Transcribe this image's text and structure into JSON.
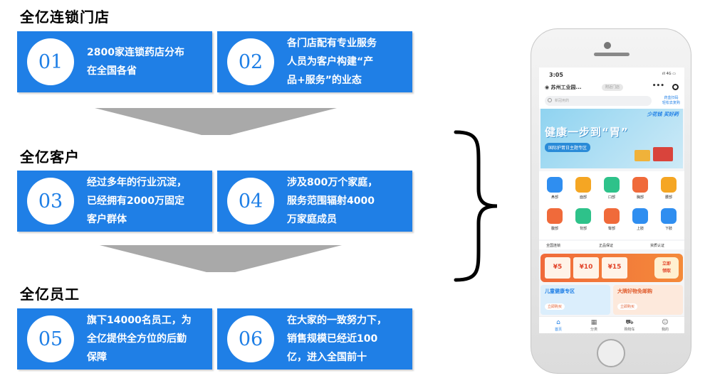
{
  "sections": [
    {
      "title": "全亿连锁门店"
    },
    {
      "title": "全亿客户"
    },
    {
      "title": "全亿员工"
    }
  ],
  "cards": [
    {
      "num": "01",
      "lines": [
        "2800家连锁药店分布",
        "在全国各省"
      ]
    },
    {
      "num": "02",
      "lines": [
        "各门店配有专业服务",
        "人员为客户构建“产",
        "品+服务”的业态"
      ]
    },
    {
      "num": "03",
      "lines": [
        "经过多年的行业沉淀，",
        "已经拥有2000万固定",
        "客户群体"
      ]
    },
    {
      "num": "04",
      "lines": [
        "涉及800万个家庭，",
        "服务范围辐射4000",
        "万家庭成员"
      ]
    },
    {
      "num": "05",
      "lines": [
        "旗下14000名员工，为",
        "全亿提供全方位的后勤",
        "保障"
      ]
    },
    {
      "num": "06",
      "lines": [
        "在大家的一致努力下，",
        "销售规模已经近100",
        "亿，进入全国前十"
      ]
    }
  ],
  "colors": {
    "card_blue": "#1f7fe6",
    "funnel_gray": "#a9a9a9",
    "coupon_orange": "#f06a3a"
  },
  "phone": {
    "status_time": "3:05",
    "status_signal": "ıll 4G ▭",
    "location": "苏州工业园...",
    "location_chip": "附近门店",
    "more": "•••",
    "search_placeholder": "新冠用药",
    "scan_line1": "药盒扫码",
    "scan_line2": "轻松去复购",
    "banner_slogan": "少花钱 买好药",
    "banner_title": "健康一步到“胃”",
    "banner_chip": "国际护胃日主题专区",
    "categories": [
      {
        "label": "鼻部",
        "color": "#2f8ef0",
        "icon": "nose-icon"
      },
      {
        "label": "面部",
        "color": "#f5a623",
        "icon": "face-icon"
      },
      {
        "label": "口部",
        "color": "#2ec28a",
        "icon": "mouth-icon"
      },
      {
        "label": "胸部",
        "color": "#f06a3a",
        "icon": "chest-icon"
      },
      {
        "label": "腰部",
        "color": "#f5a623",
        "icon": "waist-icon"
      },
      {
        "label": "腹部",
        "color": "#f06a3a",
        "icon": "stomach-icon"
      },
      {
        "label": "背部",
        "color": "#2ec28a",
        "icon": "back-icon"
      },
      {
        "label": "臀部",
        "color": "#f06a3a",
        "icon": "hip-icon"
      },
      {
        "label": "上肢",
        "color": "#2f8ef0",
        "icon": "arm-icon"
      },
      {
        "label": "下肢",
        "color": "#2f8ef0",
        "icon": "leg-icon"
      }
    ],
    "trust": [
      "全国连锁",
      "正品保证",
      "资质认证"
    ],
    "coupons": [
      "¥5",
      "¥10",
      "¥15"
    ],
    "claim_line1": "立即",
    "claim_line2": "领取",
    "promo_left_title": "儿童健康专区",
    "promo_left_btn": "立即购买",
    "promo_right_title": "大牌好物免邮购",
    "promo_right_btn": "立即购买",
    "tabs": [
      {
        "label": "首页",
        "glyph": "⌂"
      },
      {
        "label": "分类",
        "glyph": "▦"
      },
      {
        "label": "购物车",
        "glyph": "⛟"
      },
      {
        "label": "我的",
        "glyph": "☺"
      }
    ]
  }
}
